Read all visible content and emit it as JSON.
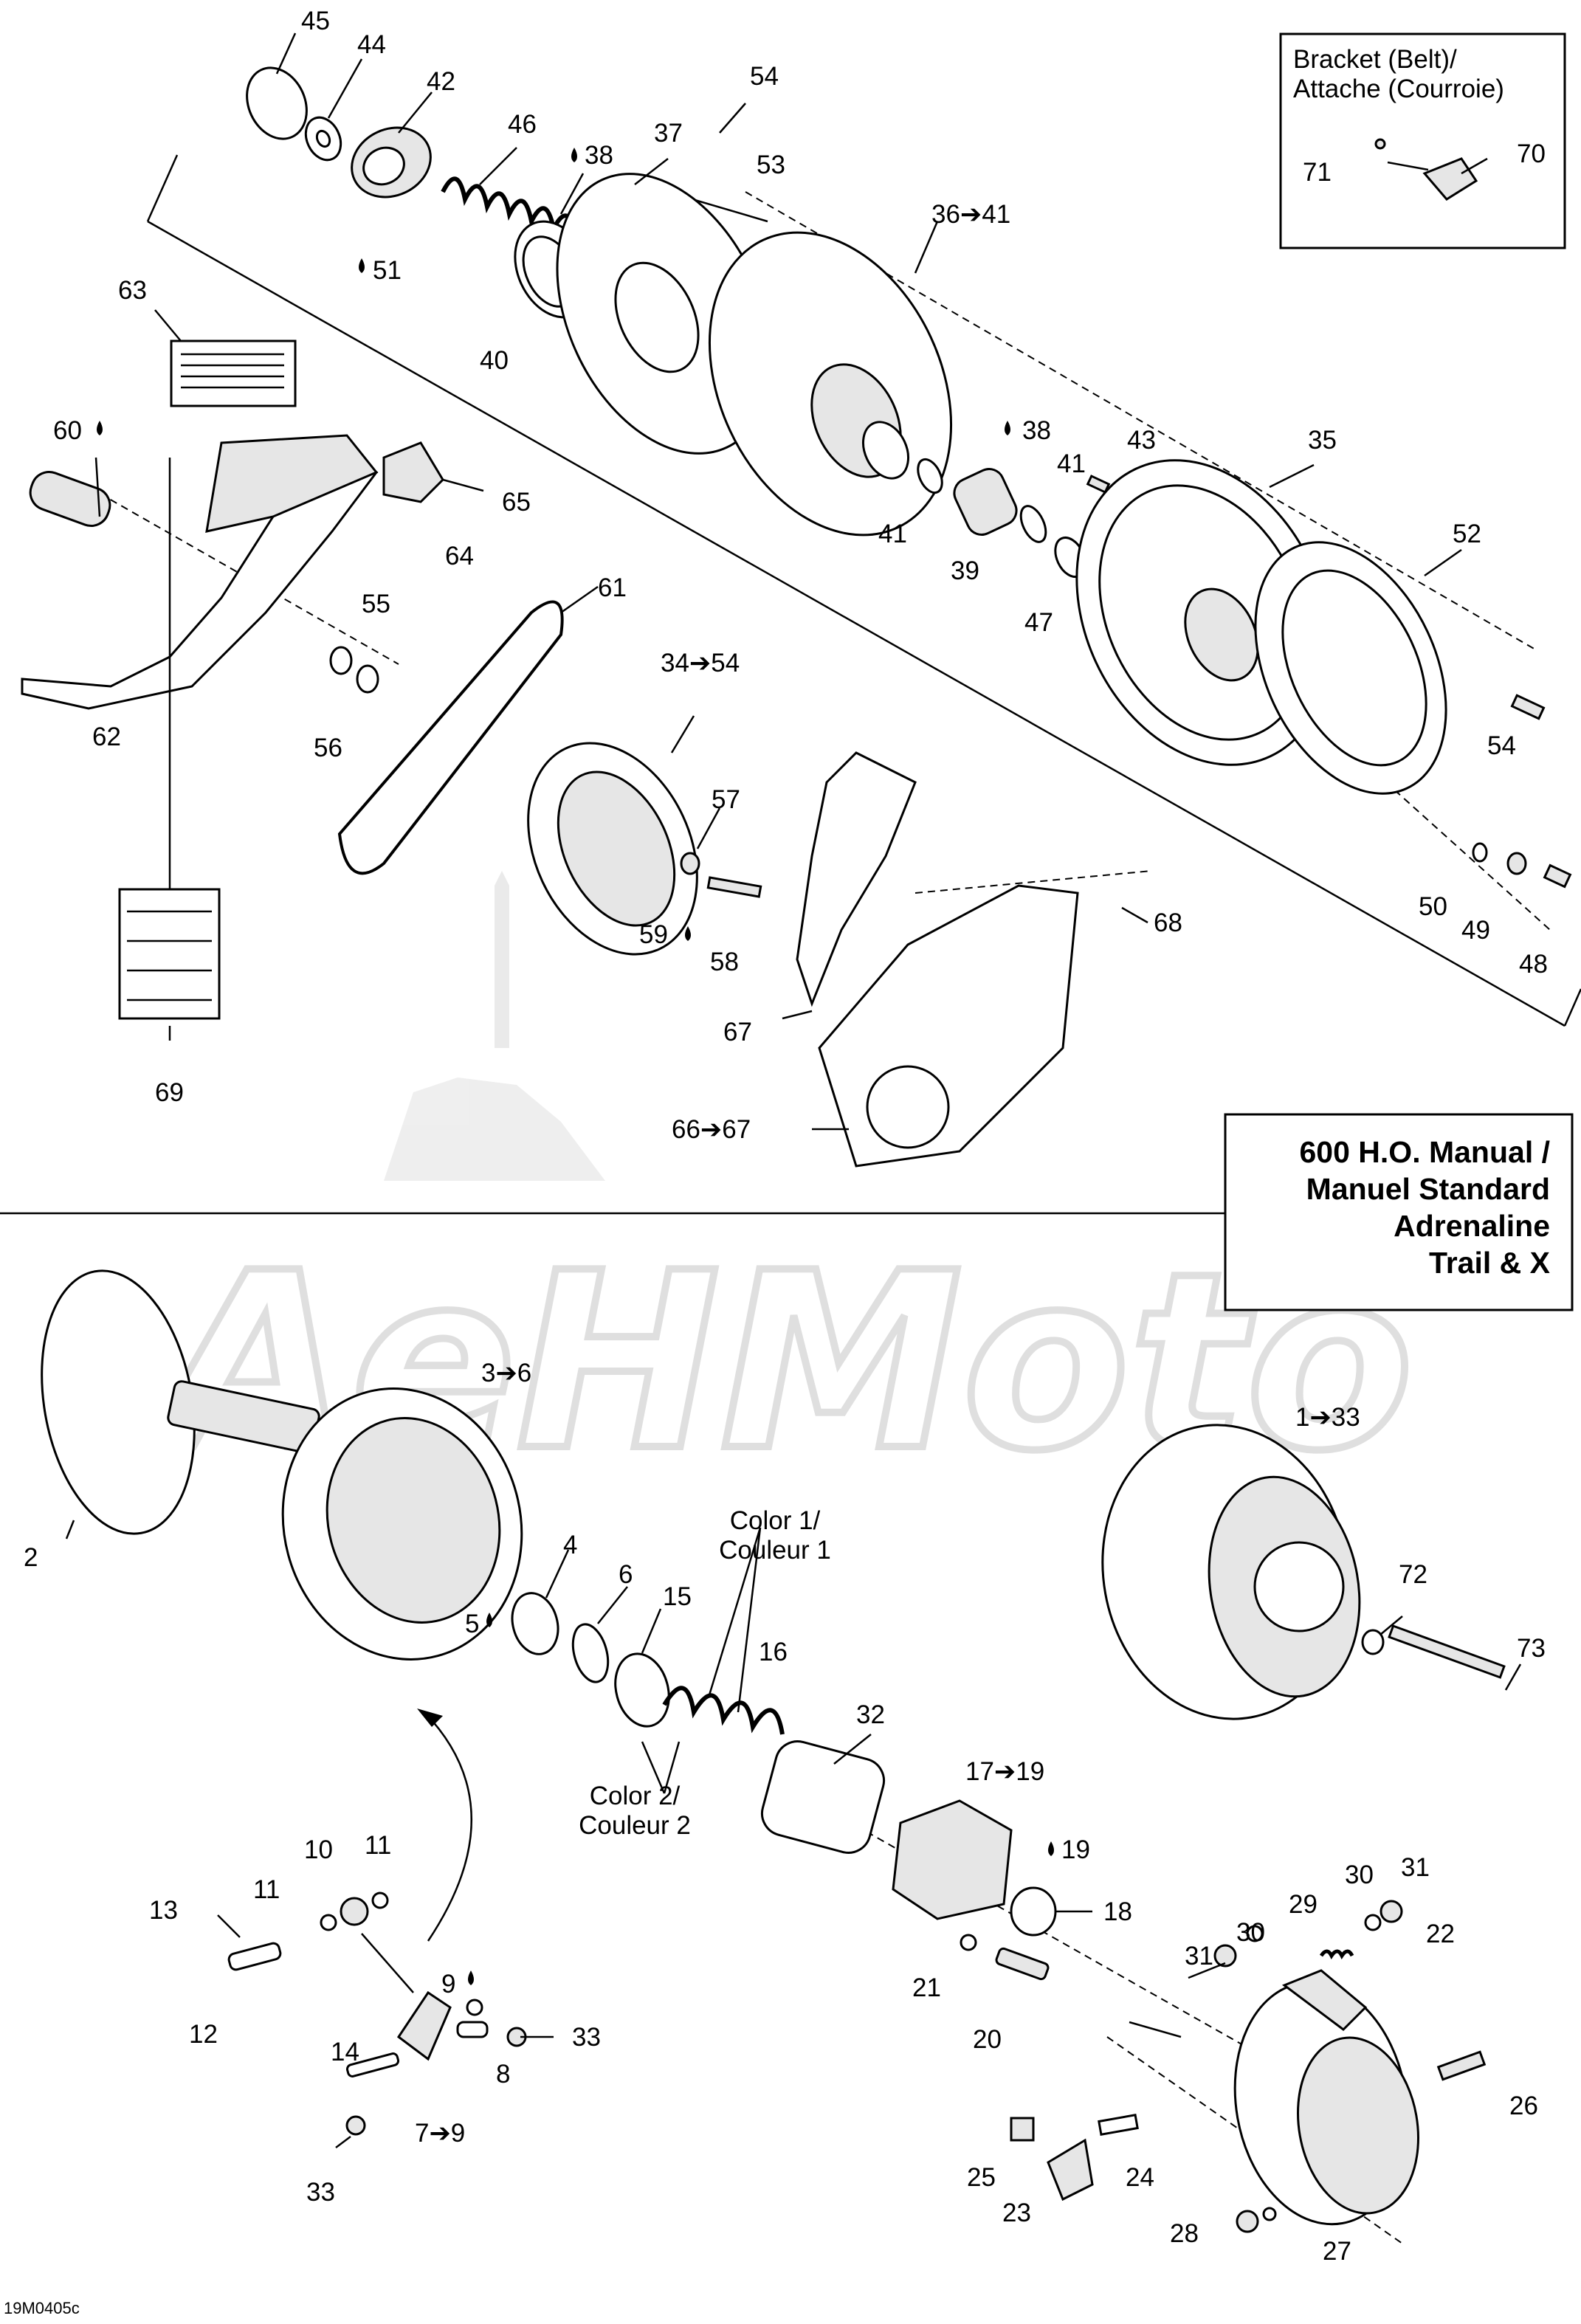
{
  "diagram_code": "19M0405c",
  "watermark": "AeHMoto",
  "bracket_box": {
    "title_line1": "Bracket (Belt)/",
    "title_line2": "Attache (Courroie)",
    "callouts": [
      "71",
      "70"
    ]
  },
  "model_box": {
    "line1": "600 H.O. Manual /",
    "line2": "Manuel Standard",
    "line3": "Adrenaline",
    "line4": "Trail & X"
  },
  "color_labels": {
    "color1_line1": "Color 1/",
    "color1_line2": "Couleur 1",
    "color2_line1": "Color 2/",
    "color2_line2": "Couleur 2"
  },
  "callouts": {
    "c45": "45",
    "c44": "44",
    "c42": "42",
    "c46": "46",
    "c38a": "38",
    "c37": "37",
    "c54a": "54",
    "c53": "53",
    "c51": "51",
    "c40": "40",
    "c3641": "36➔41",
    "c63": "63",
    "c60": "60",
    "c65": "65",
    "c64": "64",
    "c38b": "38",
    "c43": "43",
    "c35": "35",
    "c41a": "41",
    "c41b": "41",
    "c39": "39",
    "c47": "47",
    "c52": "52",
    "c55": "55",
    "c61": "61",
    "c3454": "34➔54",
    "c56": "56",
    "c62": "62",
    "c54b": "54",
    "c57": "57",
    "c59": "59",
    "c58": "58",
    "c68": "68",
    "c50": "50",
    "c49": "49",
    "c48": "48",
    "c67": "67",
    "c69": "69",
    "c6667": "66➔67",
    "c36": "3➔6",
    "c133": "1➔33",
    "c2": "2",
    "c4": "4",
    "c6": "6",
    "c15": "15",
    "c16": "16",
    "c5": "5",
    "c72": "72",
    "c73": "73",
    "c32": "32",
    "c1719": "17➔19",
    "c10": "10",
    "c11a": "11",
    "c11b": "11",
    "c19": "19",
    "c18": "18",
    "c13": "13",
    "c12": "12",
    "c9": "9",
    "c33a": "33",
    "c31a": "31",
    "c30a": "30",
    "c29": "29",
    "c22": "22",
    "c31b": "31",
    "c30b": "30",
    "c21": "21",
    "c20": "20",
    "c14": "14",
    "c8": "8",
    "c79": "7➔9",
    "c33b": "33",
    "c25": "25",
    "c24": "24",
    "c26": "26",
    "c23": "23",
    "c28": "28",
    "c27": "27"
  },
  "icons": {
    "lubricant": "oil-drop-icon",
    "arrow": "right-arrow-icon"
  }
}
